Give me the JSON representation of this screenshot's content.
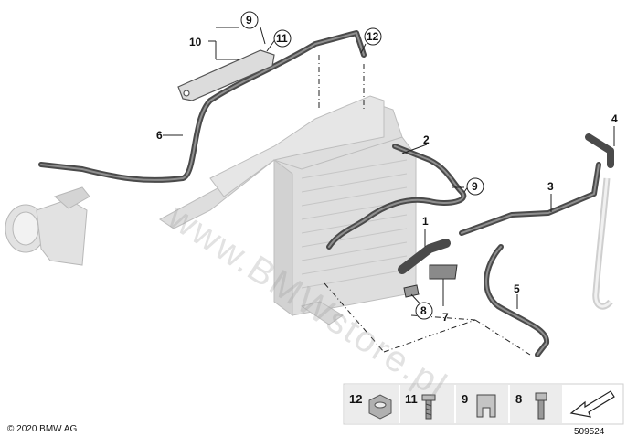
{
  "callouts": [
    {
      "id": "c1",
      "label": "1"
    },
    {
      "id": "c2",
      "label": "2"
    },
    {
      "id": "c3",
      "label": "3"
    },
    {
      "id": "c4",
      "label": "4"
    },
    {
      "id": "c5",
      "label": "5"
    },
    {
      "id": "c6",
      "label": "6"
    },
    {
      "id": "c7",
      "label": "7"
    },
    {
      "id": "c8",
      "label": "8"
    },
    {
      "id": "c9a",
      "label": "9"
    },
    {
      "id": "c9b",
      "label": "9"
    },
    {
      "id": "c10",
      "label": "10"
    },
    {
      "id": "c11",
      "label": "11"
    },
    {
      "id": "c12",
      "label": "12"
    }
  ],
  "legend": {
    "items": [
      {
        "label": "12",
        "part": "hex-nut"
      },
      {
        "label": "11",
        "part": "screw"
      },
      {
        "label": "9",
        "part": "clip"
      },
      {
        "label": "8",
        "part": "bolt"
      }
    ],
    "arrow_icon": "arrow-down-left-icon"
  },
  "footer": {
    "copyright": "© 2020 BMW AG",
    "diagram_id": "509524"
  },
  "watermark": "www.BMWstore.pl",
  "colors": {
    "pipe": "#4a4a4a",
    "pipe_highlight": "#8a8a8a",
    "ghost_part": "#d8d8d8",
    "ghost_outline": "#b8b8b8",
    "legend_bg": "#ececec"
  }
}
